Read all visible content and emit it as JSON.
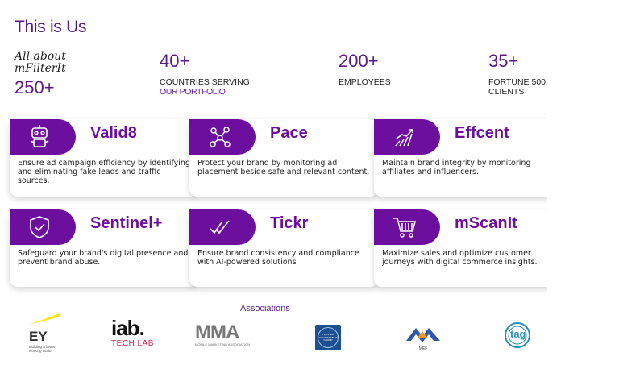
{
  "header": {
    "title": "This is Us"
  },
  "about": {
    "line1": "All about",
    "line2": "mFilterIt"
  },
  "stats": [
    {
      "value": "250+",
      "label": "",
      "sub": ""
    },
    {
      "value": "40+",
      "label": "COUNTRIES SERVING",
      "sub": "OUR PORTFOLIO"
    },
    {
      "value": "200+",
      "label": "EMPLOYEES",
      "sub": ""
    },
    {
      "value": "35+",
      "label": "FORTUNE 500",
      "sub": "CLIENTS"
    }
  ],
  "products": [
    {
      "name": "Valid8",
      "desc": "Ensure ad campaign efficiency by identifying and eliminating fake leads and traffic sources.",
      "icon": "robot-icon"
    },
    {
      "name": "Pace",
      "desc": "Protect your brand by monitoring ad placement beside safe and relevant content.",
      "icon": "network-icon"
    },
    {
      "name": "Effcent",
      "desc": "Maintain brand integrity by monitoring affiliates and influencers.",
      "icon": "growth-chart-icon"
    },
    {
      "name": "Sentinel+",
      "desc": "Safeguard your brand's digital presence and prevent brand abuse.",
      "icon": "shield-check-icon"
    },
    {
      "name": "Tickr",
      "desc": "Ensure brand consistency and compliance with AI-powered solutions",
      "icon": "double-check-icon"
    },
    {
      "name": "mScanIt",
      "desc": "Maximize sales and optimize customer journeys with digital commerce insights.",
      "icon": "shopping-cart-icon"
    }
  ],
  "associations": {
    "title": "Associations",
    "logos": [
      {
        "name": "EY",
        "tagline": "Building a better working world"
      },
      {
        "name": "iab.",
        "sub": "TECH LAB"
      },
      {
        "name": "MMA",
        "sub": "MOBILE MARKETING ASSOCIATION"
      },
      {
        "name": "TAG badge",
        "text": "TRUSTED ACCOUNTABILITY GROUP"
      },
      {
        "name": "MEF",
        "text": "MEF"
      },
      {
        "name": "tag",
        "text": "tag"
      }
    ]
  },
  "colors": {
    "brand": "#6c0f9e",
    "title": "#5a1a86"
  }
}
